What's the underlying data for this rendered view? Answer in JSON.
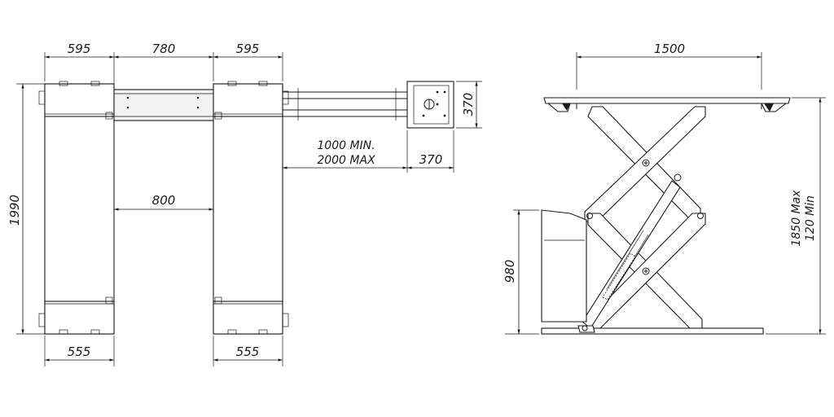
{
  "plan_view": {
    "dim_platform_width_left": "595",
    "dim_gap_between_platforms": "780",
    "dim_platform_width_right": "595",
    "dim_overall_length": "1990",
    "dim_inner_gap": "800",
    "dim_bottom_left": "555",
    "dim_bottom_right": "555",
    "dim_hose_min": "1000  MIN.",
    "dim_hose_max": "2000  MAX",
    "dim_control_box_width": "370",
    "dim_control_box_height": "370"
  },
  "side_view": {
    "dim_platform_length": "1500",
    "dim_max_height": "1850  Max",
    "dim_min_height": "120  Min",
    "dim_column_height": "980"
  }
}
